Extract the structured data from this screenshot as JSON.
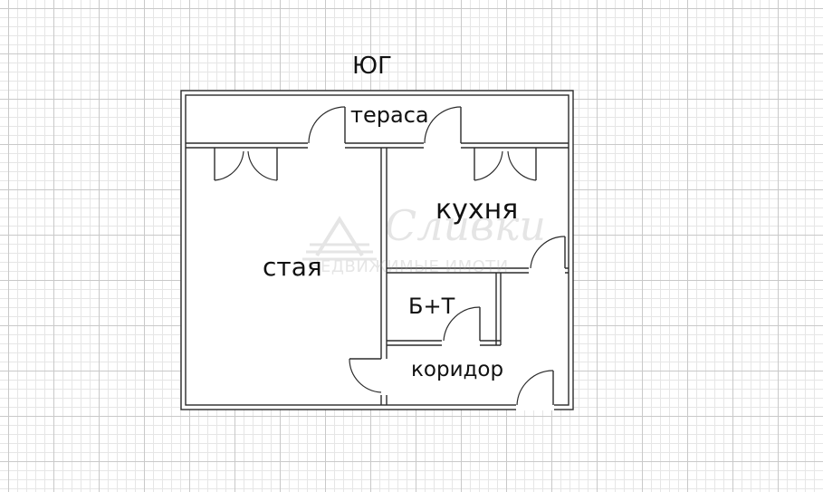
{
  "plan": {
    "orientation_label": "ЮГ",
    "rooms": {
      "terrace": "тераса",
      "kitchen": "кухня",
      "room": "стая",
      "bathroom": "Б+Т",
      "corridor": "коридор"
    },
    "watermark": {
      "script": "Сливки",
      "caption": "недвижимые имоти"
    }
  }
}
